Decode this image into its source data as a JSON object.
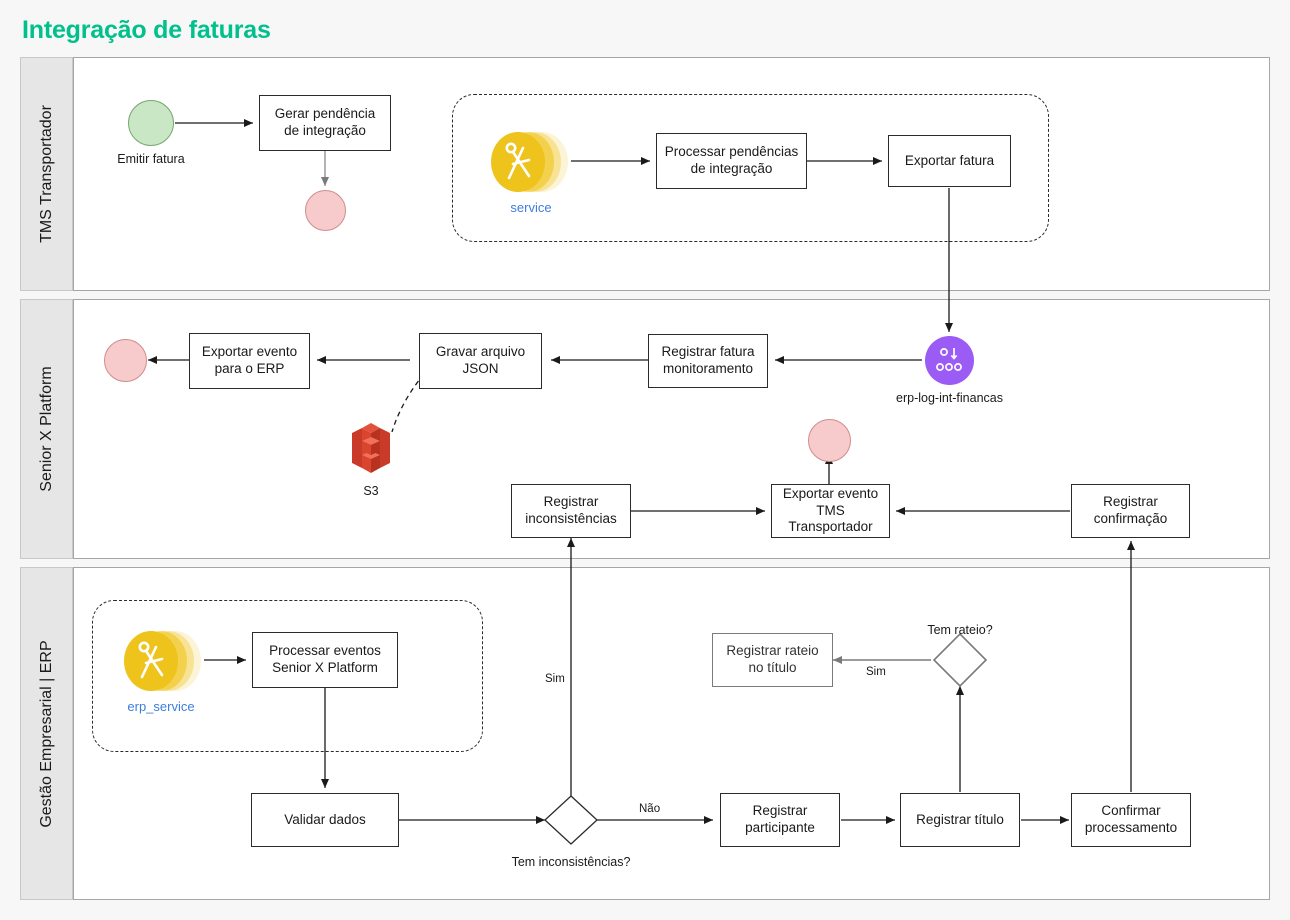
{
  "page": {
    "title": "Integração de faturas",
    "title_color": "#00c08b",
    "background": "#f7f7f7"
  },
  "lanes": [
    {
      "id": "lane-tms",
      "label": "TMS Transportador"
    },
    {
      "id": "lane-senior",
      "label": "Senior X Platform"
    },
    {
      "id": "lane-erp",
      "label": "Gestão Empresarial | ERP"
    }
  ],
  "nodes": {
    "start_emitir": {
      "type": "start-event",
      "label": "Emitir fatura",
      "color": "#c9e7c5"
    },
    "gerar_pendencia": {
      "type": "task",
      "label": "Gerar pendência de integração"
    },
    "end_tms_1": {
      "type": "end-event",
      "label": "",
      "color": "#f7cbcb"
    },
    "service_tms": {
      "type": "service-icon",
      "label": "service",
      "color": "#f0c419"
    },
    "processar_pendencias": {
      "type": "task",
      "label": "Processar pendências de integração"
    },
    "exportar_fatura": {
      "type": "task",
      "label": "Exportar fatura"
    },
    "topic_erp_log": {
      "type": "message-topic",
      "label": "erp-log-int-financas",
      "color": "#9a5cf5"
    },
    "registrar_fatura_monitoramento": {
      "type": "task",
      "label": "Registrar fatura monitoramento"
    },
    "gravar_arquivo_json": {
      "type": "task",
      "label": "Gravar arquivo JSON"
    },
    "s3": {
      "type": "datastore-icon",
      "label": "S3",
      "color": "#e2523b"
    },
    "exportar_evento_erp": {
      "type": "task",
      "label": "Exportar evento para o ERP"
    },
    "end_senior_1": {
      "type": "end-event",
      "label": "",
      "color": "#f7cbcb"
    },
    "registrar_inconsistencias": {
      "type": "task",
      "label": "Registrar inconsistências"
    },
    "exportar_evento_tms": {
      "type": "task",
      "label": "Exportar evento TMS Transportador"
    },
    "end_senior_2": {
      "type": "end-event",
      "label": "",
      "color": "#f7cbcb"
    },
    "registrar_confirmacao": {
      "type": "task",
      "label": "Registrar confirmação"
    },
    "service_erp": {
      "type": "service-icon",
      "label": "erp_service",
      "color": "#f0c419"
    },
    "processar_eventos": {
      "type": "task",
      "label": "Processar eventos Senior X Platform"
    },
    "validar_dados": {
      "type": "task",
      "label": "Validar dados"
    },
    "gw_inconsistencias": {
      "type": "gateway",
      "label": "Tem inconsistências?"
    },
    "registrar_participante": {
      "type": "task",
      "label": "Registrar participante"
    },
    "registrar_titulo": {
      "type": "task",
      "label": "Registrar título"
    },
    "gw_rateio": {
      "type": "gateway",
      "label": "Tem rateio?"
    },
    "registrar_rateio": {
      "type": "task",
      "label": "Registrar rateio no título"
    },
    "confirmar_processamento": {
      "type": "task",
      "label": "Confirmar processamento"
    }
  },
  "flow_labels": {
    "sim_inconsistencias": "Sim",
    "nao_inconsistencias": "Não",
    "sim_rateio": "Sim"
  },
  "colors": {
    "task_border": "#2b2b2b",
    "lane_header_bg": "#e6e6e6",
    "lane_border": "#a6a6a6",
    "flow_stroke": "#1a1a1a",
    "service_yellow": "#f0c419",
    "topic_purple": "#9a5cf5",
    "s3_red": "#e2523b",
    "start_green": "#c9e7c5",
    "end_red": "#f7cbcb",
    "service_label_blue": "#3d7de0"
  }
}
